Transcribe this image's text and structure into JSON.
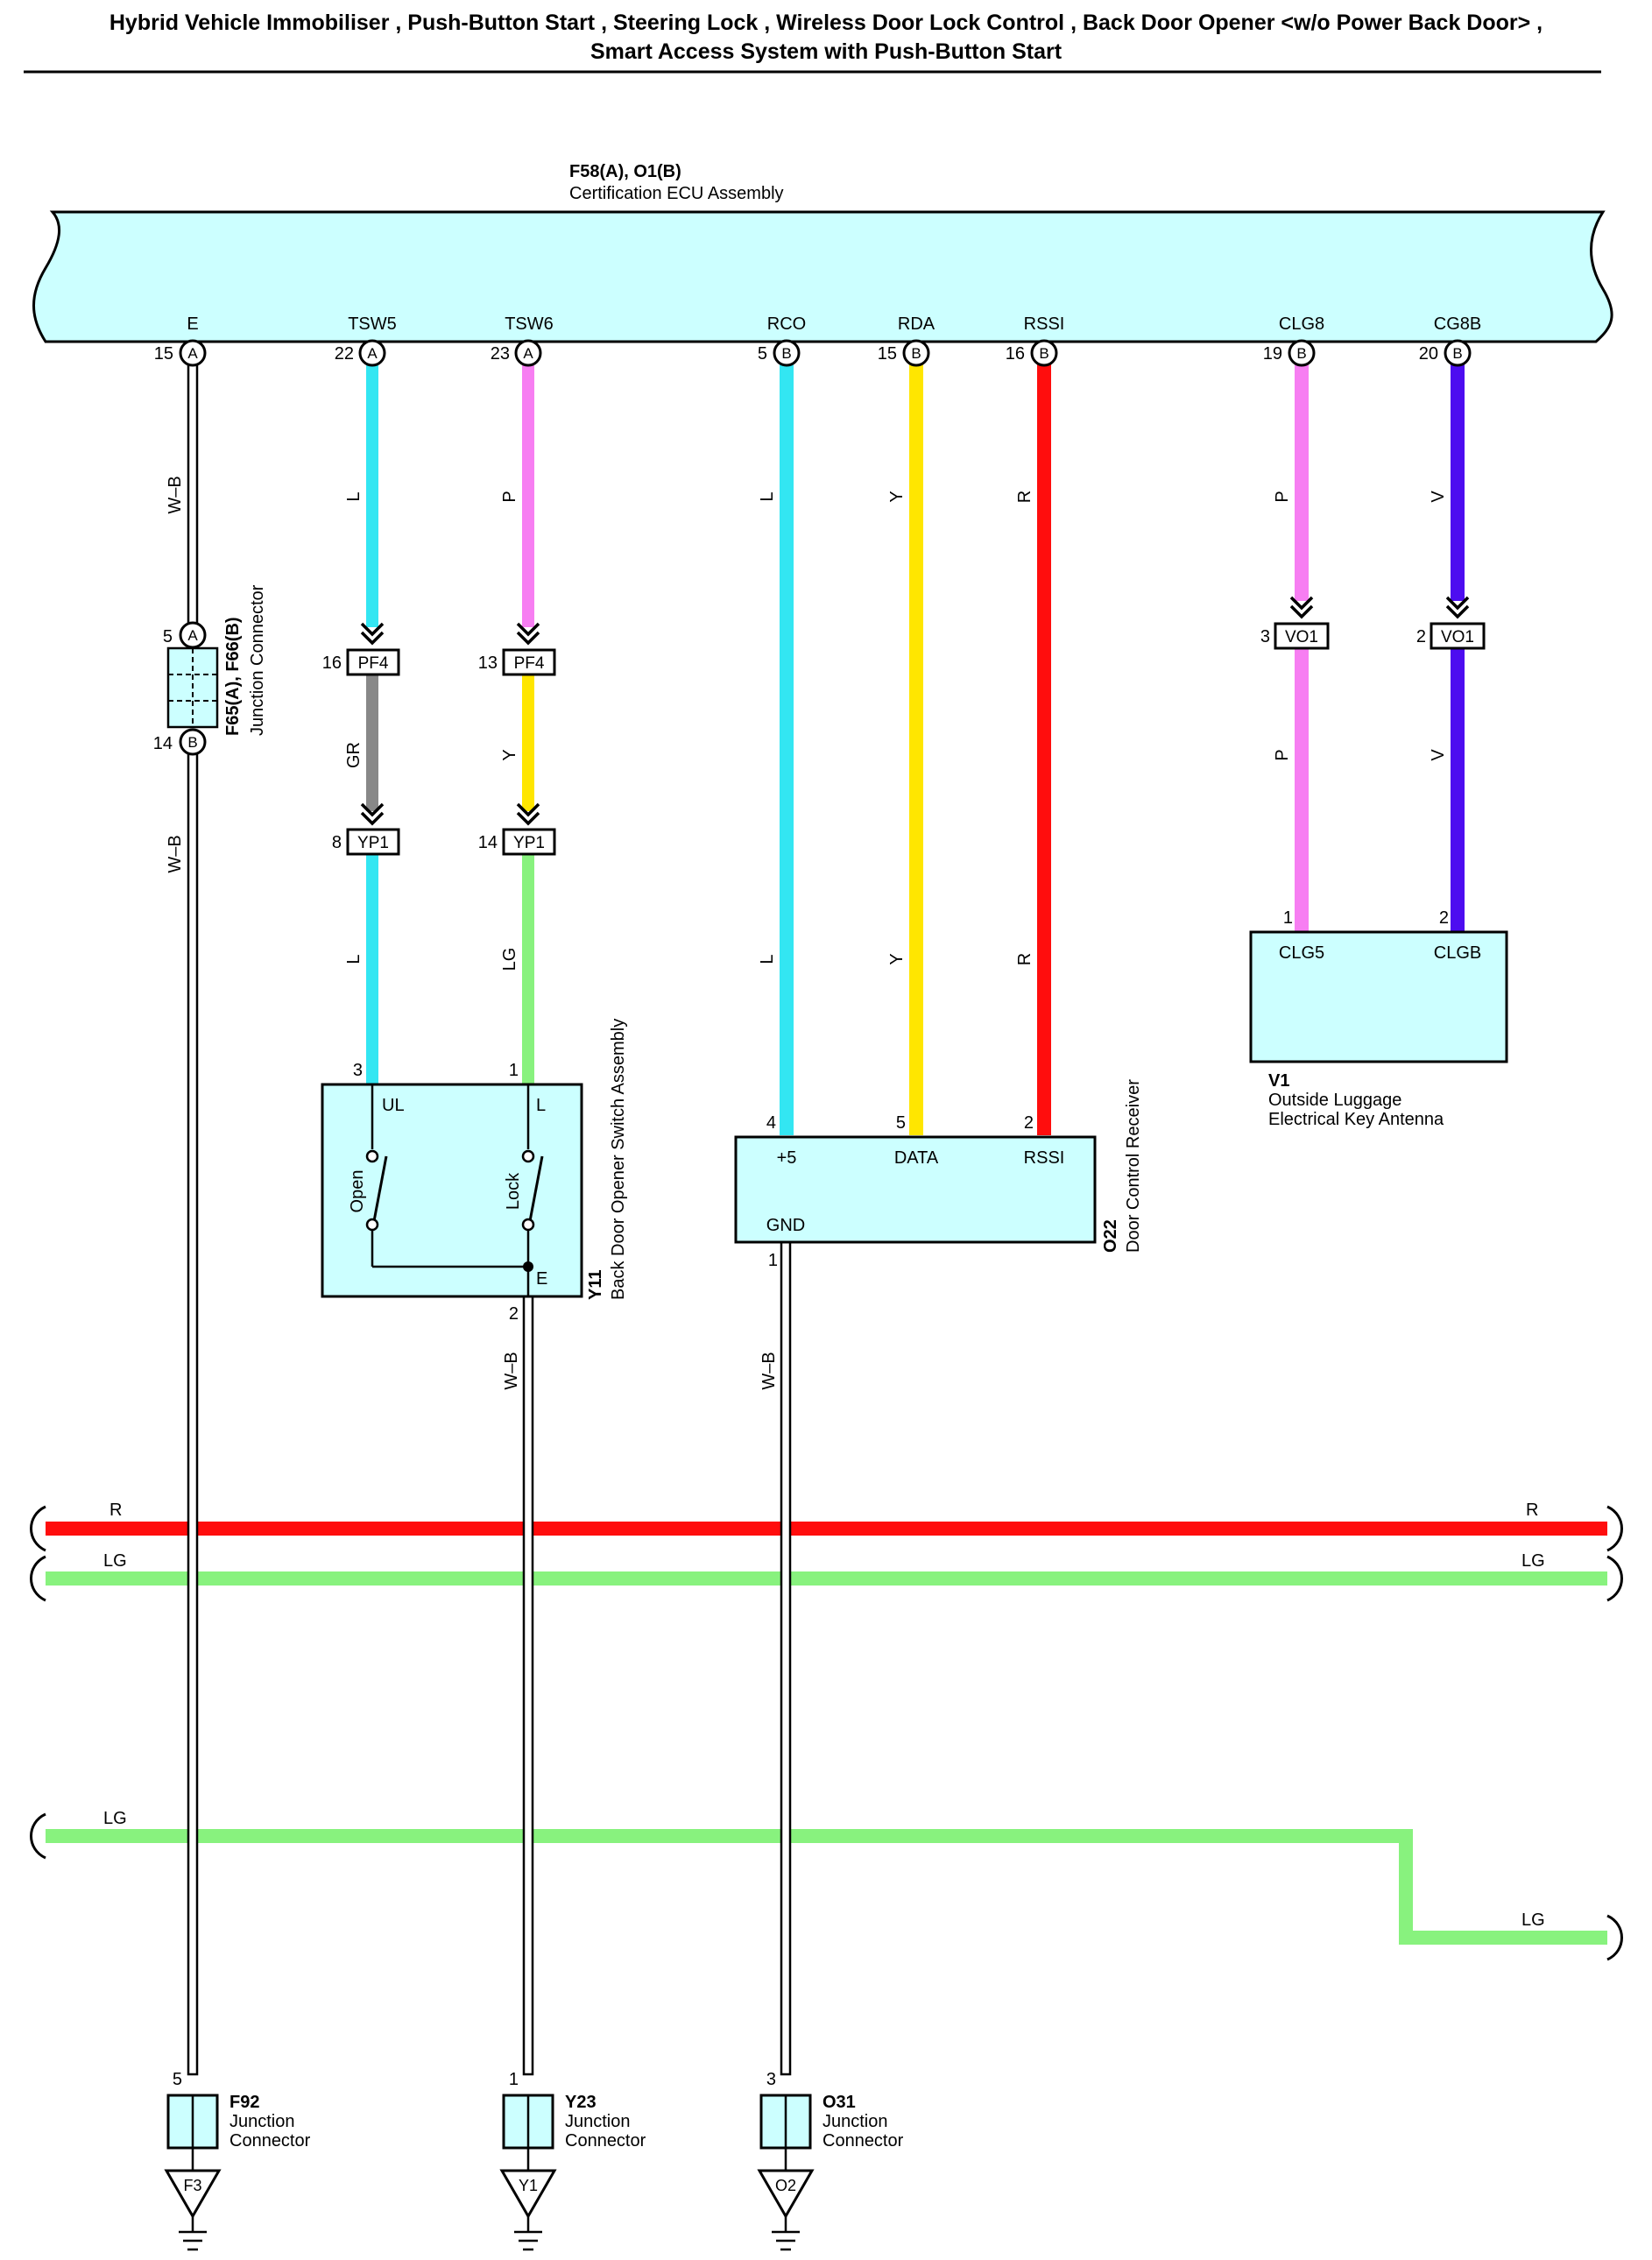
{
  "title": {
    "line1": "Hybrid Vehicle Immobiliser , Push-Button Start , Steering Lock , Wireless Door Lock Control , Back Door Opener <w/o Power Back Door> ,",
    "line2": "Smart Access System with Push-Button Start"
  },
  "colors": {
    "box_fill": "#ccffff",
    "L": "#33e6f2",
    "P": "#f77ef2",
    "GR": "#888888",
    "Y": "#ffe600",
    "LG": "#88f27e",
    "R": "#ff0d0d",
    "V": "#4d0df0",
    "W-B": "#000000"
  },
  "ecu": {
    "code": "F58(A), O1(B)",
    "name": "Certification ECU Assembly",
    "terminals": [
      {
        "label": "E",
        "pin": "15",
        "conn": "A"
      },
      {
        "label": "TSW5",
        "pin": "22",
        "conn": "A"
      },
      {
        "label": "TSW6",
        "pin": "23",
        "conn": "A"
      },
      {
        "label": "RCO",
        "pin": "5",
        "conn": "B"
      },
      {
        "label": "RDA",
        "pin": "15",
        "conn": "B"
      },
      {
        "label": "RSSI",
        "pin": "16",
        "conn": "B"
      },
      {
        "label": "CLG8",
        "pin": "19",
        "conn": "B"
      },
      {
        "label": "CG8B",
        "pin": "20",
        "conn": "B"
      }
    ]
  },
  "junction_f65": {
    "code": "F65(A), F66(B)",
    "name": "Junction Connector",
    "pin_top": "5",
    "conn_top": "A",
    "pin_bottom": "14",
    "conn_bottom": "B"
  },
  "inline_connectors": {
    "pf4_a": {
      "name": "PF4",
      "pin": "16"
    },
    "pf4_b": {
      "name": "PF4",
      "pin": "13"
    },
    "yp1_a": {
      "name": "YP1",
      "pin": "8"
    },
    "yp1_b": {
      "name": "YP1",
      "pin": "14"
    },
    "vo1_a": {
      "name": "VO1",
      "pin": "3"
    },
    "vo1_b": {
      "name": "VO1",
      "pin": "2"
    }
  },
  "wire_labels": {
    "e1": "W–B",
    "e2": "W–B",
    "tsw5_1": "L",
    "tsw5_2": "GR",
    "tsw5_3": "L",
    "tsw6_1": "P",
    "tsw6_2": "Y",
    "tsw6_3": "LG",
    "rco_1": "L",
    "rco_2": "L",
    "rda_1": "Y",
    "rda_2": "Y",
    "rssi_1": "R",
    "rssi_2": "R",
    "clg8_1": "P",
    "clg8_2": "P",
    "cg8b_1": "V",
    "cg8b_2": "V",
    "y11_gnd": "W–B",
    "o22_gnd": "W–B"
  },
  "y11": {
    "code": "Y11",
    "name": "Back Door Opener Switch Assembly",
    "pin_ul": "3",
    "term_ul": "UL",
    "pin_l": "1",
    "term_l": "L",
    "switch_open": "Open",
    "switch_lock": "Lock",
    "term_e": "E",
    "pin_e": "2"
  },
  "o22": {
    "code": "O22",
    "name": "Door Control Receiver",
    "pin_p5": "4",
    "term_p5": "+5",
    "pin_data": "5",
    "term_data": "DATA",
    "pin_rssi": "2",
    "term_rssi": "RSSI",
    "term_gnd": "GND",
    "pin_gnd": "1"
  },
  "v1": {
    "code": "V1",
    "name_line1": "Outside Luggage",
    "name_line2": "Electrical Key Antenna",
    "pin_clg5": "1",
    "term_clg5": "CLG5",
    "pin_clgb": "2",
    "term_clgb": "CLGB"
  },
  "bus_wires": {
    "r_left": "R",
    "r_right": "R",
    "lg1_left": "LG",
    "lg1_right": "LG",
    "lg2_left": "LG",
    "lg2_right": "LG"
  },
  "grounds": [
    {
      "code": "F92",
      "line1": "Junction",
      "line2": "Connector",
      "pin": "5",
      "ground": "F3"
    },
    {
      "code": "Y23",
      "line1": "Junction",
      "line2": "Connector",
      "pin": "1",
      "ground": "Y1"
    },
    {
      "code": "O31",
      "line1": "Junction",
      "line2": "Connector",
      "pin": "3",
      "ground": "O2"
    }
  ]
}
